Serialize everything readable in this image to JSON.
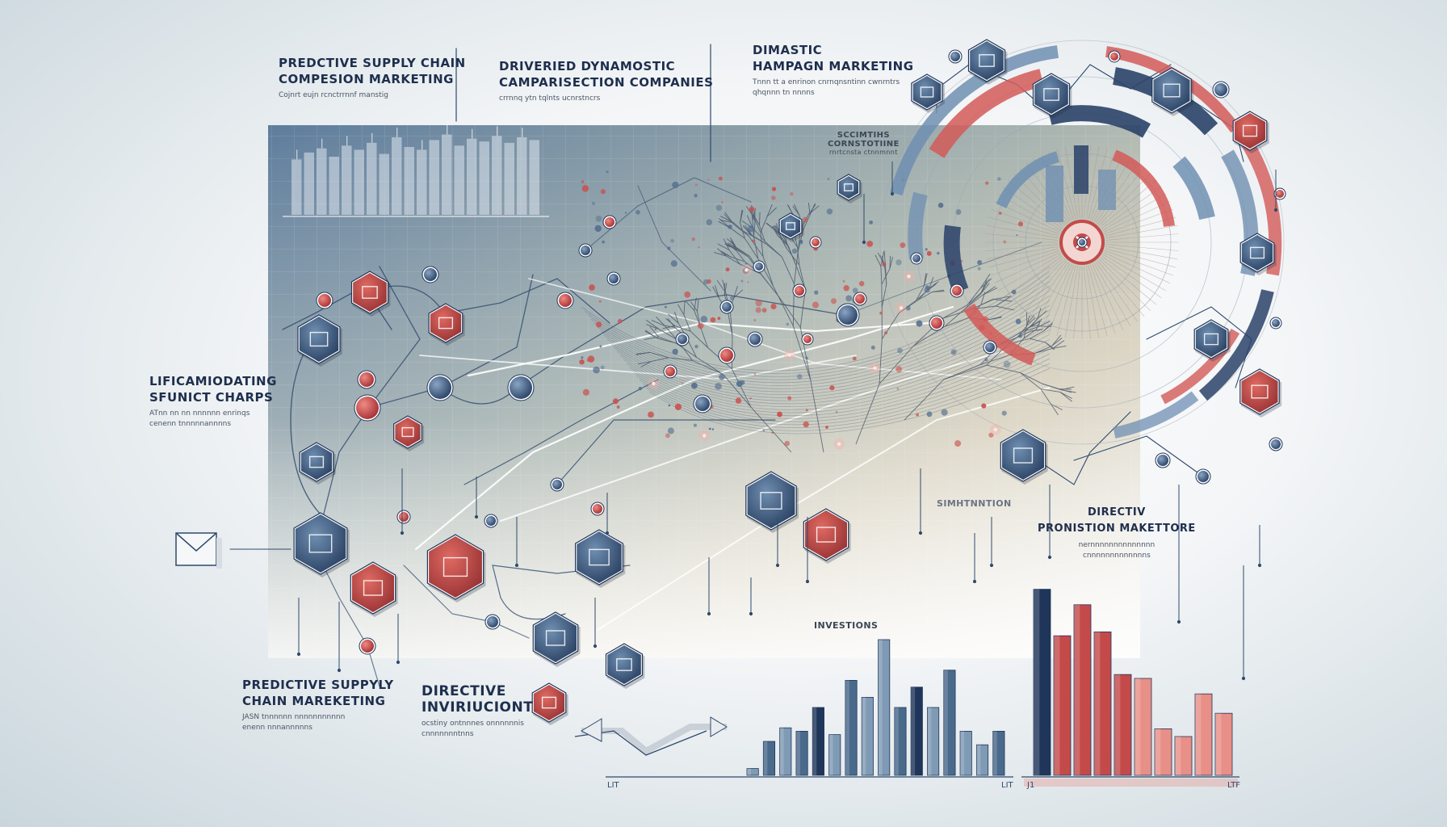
{
  "labels": {
    "top_left": {
      "title_l1": "PREDCTIVE SUPPLY CHAIN",
      "title_l2": "COMPESION MARKETING",
      "sub": "Cojnrt eujn rcnctrrnnf manstig"
    },
    "top_center": {
      "title_l1": "DRIVERIED DYNAMOSTIC",
      "title_l2": "CAMPARISECTION COMPANIES",
      "sub": "crrnnq ytn tqlnts ucnrstncrs"
    },
    "top_right": {
      "title_l1": "DIMASTIC",
      "title_l2": "HAMPAGN MARKETING",
      "sub_l1": "Tnnn tt a enrinon cnrnqnsntinn cwnrntrs",
      "sub_l2": "qhqnnn tn nnnns"
    },
    "small_center": {
      "l1": "SCCIMTIHS",
      "l2": "CORNSTOTIINE",
      "l3": "rnrtcnsta ctnnmnnt"
    },
    "left_middle": {
      "title_l1": "LIFICAMIODATING",
      "title_l2": "SFUNICT CHARPS",
      "sub_l1": "ATnn nn nn nnnnnn enrinqs",
      "sub_l2": "cenenn tnnnnnannnns"
    },
    "bottom_left": {
      "title_l1": "PREDICTIVE SUPPYLY",
      "title_l2": "CHAIN MAREKETING",
      "sub_l1": "JASN tnnnnnn nnnnnnnnnnn",
      "sub_l2": "enenn nnnannnnns"
    },
    "bottom_center": {
      "title_l1": "DIRECTIVE",
      "title_l2": "INVIRIUCIONT",
      "sub_l1": "ocstiny ontnnnes onnnnnnis",
      "sub_l2": "cnnnnnnntnns"
    },
    "right_bottom": {
      "title_l1": "DIRECTIV",
      "title_l2": "PRONISTION MAKETTORE",
      "sub_l1": "nernnnnnnnnnnnnnn",
      "sub_l2": "cnnnnnnnnnnnnns"
    },
    "investments": "INVESTIONS",
    "simulation": "SIMHTNNTION",
    "axis_left": "LIT",
    "axis_mid": "LIT",
    "axis_right": "LTF",
    "axis_j": "J1"
  },
  "colors": {
    "navy": "#1f3559",
    "steel": "#4a6a8c",
    "light": "#7f9ab5",
    "red": "#c44a4a",
    "salmon": "#e88f87"
  },
  "chart_data": [
    {
      "type": "bar",
      "series": [
        {
          "values": [
            2,
            10,
            14,
            13,
            20,
            12,
            28,
            23,
            40,
            20,
            26,
            20,
            31,
            13,
            9,
            13
          ]
        }
      ],
      "ylim": [
        0,
        50
      ]
    },
    {
      "type": "bar",
      "series": [
        {
          "values": [
            48,
            36,
            44,
            37,
            26,
            25,
            12,
            10,
            21,
            16
          ]
        }
      ],
      "ylim": [
        0,
        50
      ]
    },
    {
      "type": "bar",
      "series": [
        {
          "values": [
            40,
            45,
            48,
            42,
            50,
            47,
            52,
            44,
            56,
            49,
            47,
            54,
            58,
            50,
            55,
            53,
            57,
            52,
            56,
            54
          ]
        }
      ],
      "ylim": [
        0,
        70
      ]
    }
  ]
}
